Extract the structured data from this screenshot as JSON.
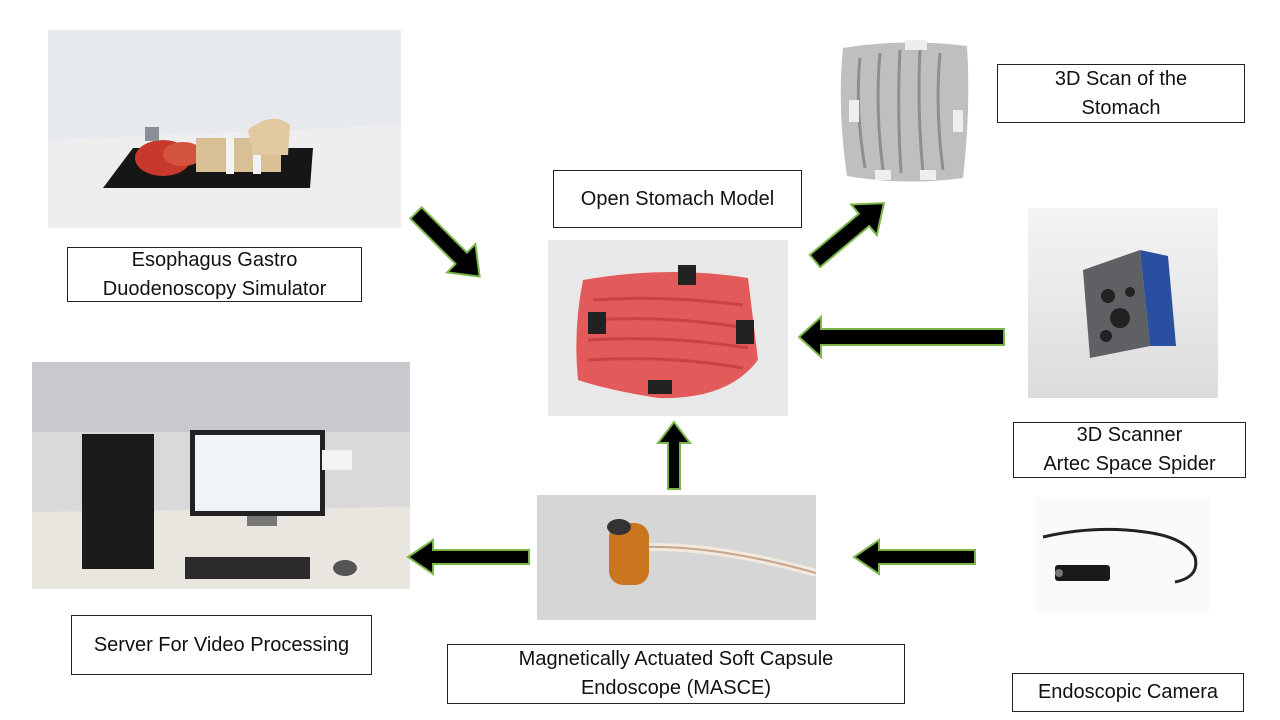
{
  "labels": {
    "simulator": "Esophagus Gastro\nDuodenoscopy Simulator",
    "open_stomach": "Open Stomach Model",
    "scan": "3D Scan of the\nStomach",
    "scanner": "3D Scanner\nArtec Space Spider",
    "server": "Server For Video Processing",
    "masce": "Magnetically Actuated Soft Capsule\nEndoscope (MASCE)",
    "camera": "Endoscopic Camera"
  },
  "colors": {
    "arrow_fill": "#000000",
    "arrow_outline": "#7ab648"
  }
}
